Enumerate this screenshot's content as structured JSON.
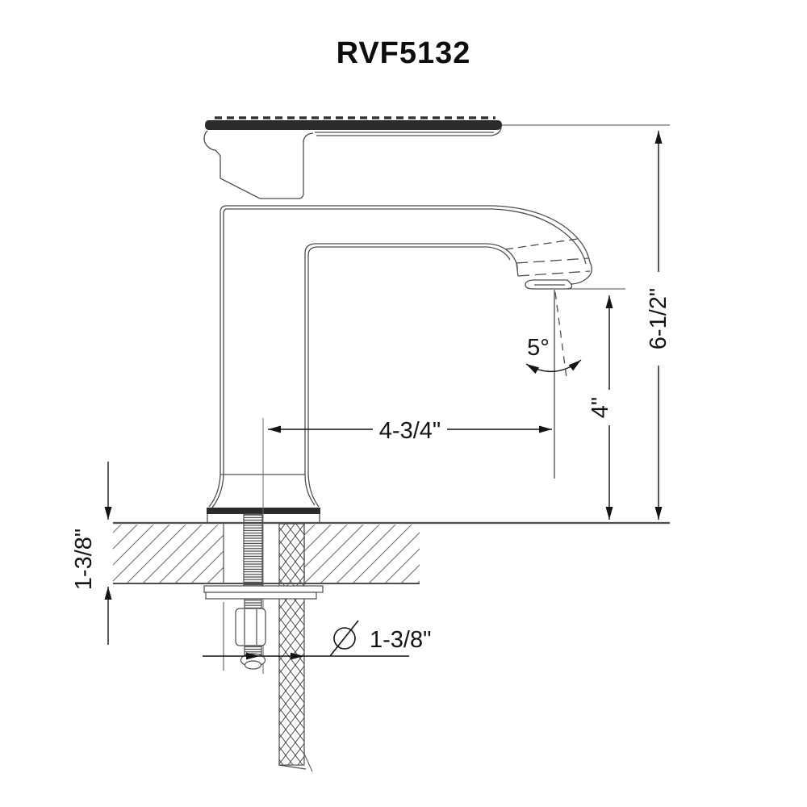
{
  "title": "RVF5132",
  "colors": {
    "background": "#ffffff",
    "line_art": "#4d4d4d",
    "dimension_ink": "#141414",
    "dark_fill": "#2b2b2b"
  },
  "icons": {
    "diameter_symbol": "Ø"
  },
  "dimensions": {
    "overall_height": "6-1/2\"",
    "spout_height": "4\"",
    "spout_reach": "4-3/4\"",
    "swivel_angle": "5°",
    "deck_thickness": "1-3/8\"",
    "hole_diameter": "1-3/8\""
  }
}
